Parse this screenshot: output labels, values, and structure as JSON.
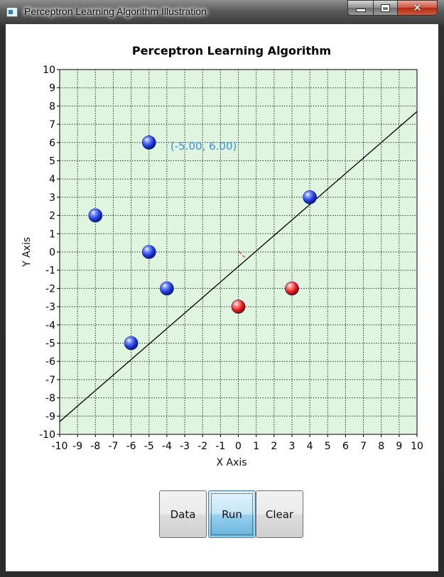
{
  "window": {
    "title": "Perceptron Learning Algorithm Illustration"
  },
  "chart_data": {
    "type": "scatter",
    "title": "Perceptron Learning Algorithm",
    "xlabel": "X Axis",
    "ylabel": "Y Axis",
    "xlim": [
      -10,
      10
    ],
    "ylim": [
      -10,
      10
    ],
    "grid": true,
    "x_ticks": [
      -10,
      -9,
      -8,
      -7,
      -6,
      -5,
      -4,
      -3,
      -2,
      -1,
      0,
      1,
      2,
      3,
      4,
      5,
      6,
      7,
      8,
      9,
      10
    ],
    "y_ticks": [
      10,
      9,
      8,
      7,
      6,
      5,
      4,
      3,
      2,
      1,
      0,
      -1,
      -2,
      -3,
      -4,
      -5,
      -6,
      -7,
      -8,
      -9,
      -10
    ],
    "series": [
      {
        "color": "#1f3fe0",
        "points": [
          [
            -5,
            6
          ],
          [
            -8,
            2
          ],
          [
            -5,
            0
          ],
          [
            -4,
            -2
          ],
          [
            -6,
            -5
          ],
          [
            4,
            3
          ]
        ]
      },
      {
        "color": "#e02020",
        "points": [
          [
            0,
            -3
          ],
          [
            3,
            -2
          ]
        ]
      }
    ],
    "decision_line": {
      "points": [
        [
          -10,
          -9.3
        ],
        [
          10,
          7.7
        ]
      ],
      "color": "#000000"
    },
    "annotation": {
      "text": "(-5.00, 6.00)",
      "x": -3.8,
      "y": 5.6,
      "color": "#3a8fd8"
    },
    "background": "#dff5df"
  },
  "buttons": [
    {
      "label": "Data"
    },
    {
      "label": "Run"
    },
    {
      "label": "Clear"
    }
  ]
}
